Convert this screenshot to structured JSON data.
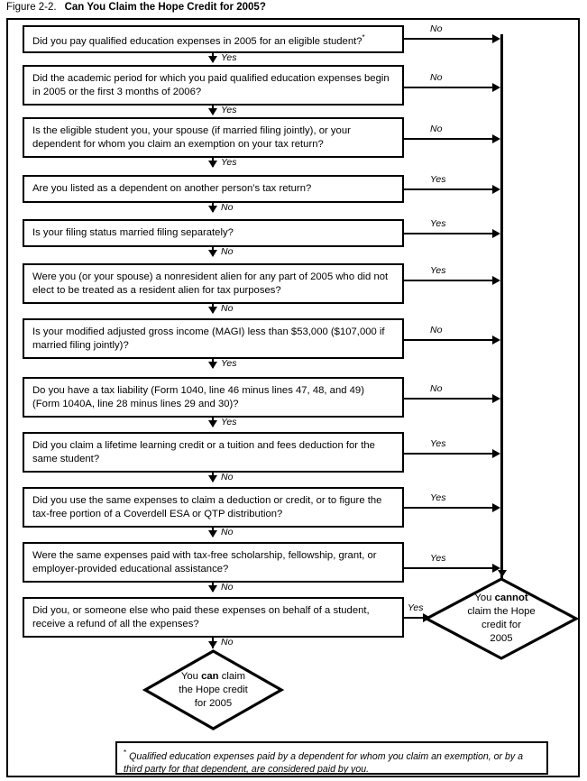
{
  "figure": {
    "number": "Figure 2-2.",
    "title": "Can You Claim the Hope Credit for 2005?"
  },
  "flowchart": {
    "type": "decision-flowchart",
    "questions": [
      {
        "id": "q1",
        "text": "Did you pay qualified education expenses in 2005 for an eligible student?",
        "footnote_marker": "*",
        "branch_label": "No",
        "branch_target": "cannot-claim",
        "continue_label": "Yes"
      },
      {
        "id": "q2",
        "text": "Did the academic period for which you paid qualified education expenses begin in 2005 or the first 3 months of 2006?",
        "branch_label": "No",
        "branch_target": "cannot-claim",
        "continue_label": "Yes"
      },
      {
        "id": "q3",
        "text": "Is the eligible student you, your spouse (if married filing jointly), or your dependent for whom you claim an exemption on your tax return?",
        "branch_label": "No",
        "branch_target": "cannot-claim",
        "continue_label": "Yes"
      },
      {
        "id": "q4",
        "text": "Are you listed as a dependent on another person's tax return?",
        "branch_label": "Yes",
        "branch_target": "cannot-claim",
        "continue_label": "No"
      },
      {
        "id": "q5",
        "text": "Is your filing status married filing separately?",
        "branch_label": "Yes",
        "branch_target": "cannot-claim",
        "continue_label": "No"
      },
      {
        "id": "q6",
        "text": "Were you (or your spouse) a nonresident alien for any part of 2005 who did not elect to be treated as a resident alien for tax purposes?",
        "branch_label": "Yes",
        "branch_target": "cannot-claim",
        "continue_label": "No"
      },
      {
        "id": "q7",
        "text": "Is your modified adjusted gross income (MAGI) less than $53,000 ($107,000 if married filing jointly)?",
        "branch_label": "No",
        "branch_target": "cannot-claim",
        "continue_label": "Yes"
      },
      {
        "id": "q8",
        "text": "Do you have a tax liability (Form 1040, line 46 minus lines 47, 48, and 49) (Form 1040A, line 28 minus lines 29 and 30)?",
        "branch_label": "No",
        "branch_target": "cannot-claim",
        "continue_label": "Yes"
      },
      {
        "id": "q9",
        "text": "Did you claim a lifetime learning credit or a tuition and fees deduction for the same student?",
        "branch_label": "Yes",
        "branch_target": "cannot-claim",
        "continue_label": "No"
      },
      {
        "id": "q10",
        "text": "Did you use the same expenses to claim a deduction or credit, or to figure the tax-free portion of a Coverdell ESA or QTP distribution?",
        "branch_label": "Yes",
        "branch_target": "cannot-claim",
        "continue_label": "No"
      },
      {
        "id": "q11",
        "text": "Were the same expenses paid with tax-free scholarship, fellowship, grant, or employer-provided educational assistance?",
        "branch_label": "Yes",
        "branch_target": "cannot-claim",
        "continue_label": "No"
      },
      {
        "id": "q12",
        "text": "Did you, or someone else who paid these expenses on behalf of a student, receive a refund of all the expenses?",
        "branch_label": "Yes",
        "branch_target": "cannot-claim",
        "continue_label": "No"
      }
    ],
    "outcomes": {
      "cannot_claim": {
        "line1_pre": "You ",
        "line1_bold": "cannot",
        "line2": "claim the Hope",
        "line3": "credit for",
        "line4": "2005"
      },
      "can_claim": {
        "line1_pre": "You ",
        "line1_bold": "can",
        "line1_post": " claim",
        "line2": "the Hope credit",
        "line3": "for 2005"
      }
    },
    "footnote": {
      "marker": "*",
      "line1": "Qualified education expenses paid by a dependent for whom you claim an",
      "line2": "exemption, or by a third party for that dependent, are considered paid by you."
    },
    "colors": {
      "ink": "#000000",
      "background": "#ffffff"
    }
  }
}
